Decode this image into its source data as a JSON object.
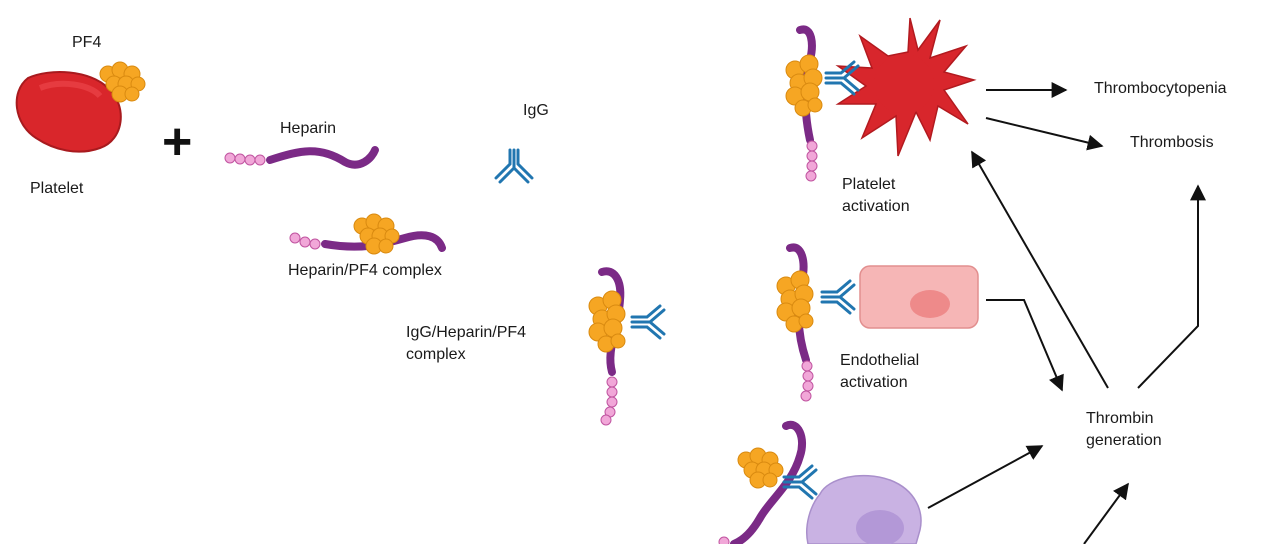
{
  "labels": {
    "pf4": "PF4",
    "platelet": "Platelet",
    "plus": "+",
    "heparin": "Heparin",
    "igg": "IgG",
    "heparin_pf4_complex": "Heparin/PF4 complex",
    "igg_complex_line1": "IgG/Heparin/PF4",
    "igg_complex_line2": "complex",
    "platelet_activation_line1": "Platelet",
    "platelet_activation_line2": "activation",
    "endothelial_activation_line1": "Endothelial",
    "endothelial_activation_line2": "activation",
    "thrombocytopenia": "Thrombocytopenia",
    "thrombosis": "Thrombosis",
    "thrombin_line1": "Thrombin",
    "thrombin_line2": "generation"
  },
  "colors": {
    "platelet_red": "#d9262b",
    "pf4_orange": "#f6a623",
    "heparin_purple": "#7b2a86",
    "heparin_pink": "#e884c6",
    "igg_blue": "#2176b0",
    "activated_platelet": "#d8262c",
    "endothelial_cell": "#f6b6b6",
    "endothelial_nucleus": "#ee8a8a",
    "monocyte": "#c9b2e3",
    "arrow": "#111111"
  }
}
